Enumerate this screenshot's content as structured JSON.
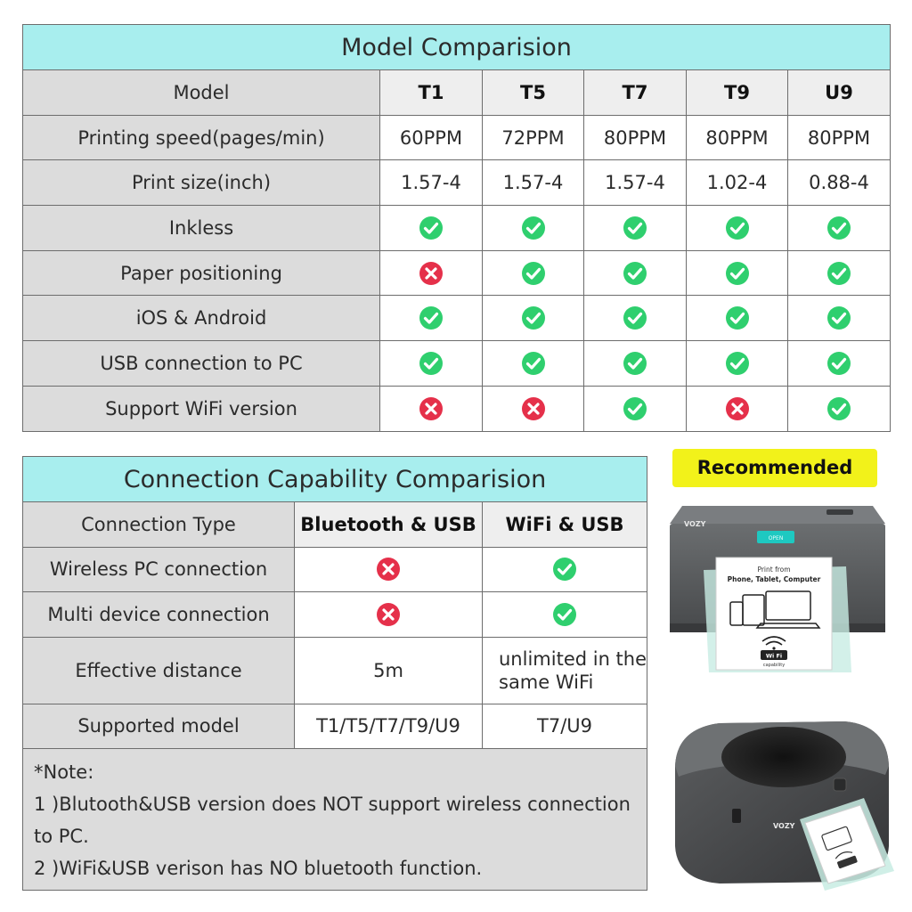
{
  "model_table": {
    "title": "Model Comparision",
    "header_label": "Model",
    "models": [
      "T1",
      "T5",
      "T7",
      "T9",
      "U9"
    ],
    "rows": [
      {
        "label": "Printing speed(pages/min)",
        "type": "text",
        "values": [
          "60PPM",
          "72PPM",
          "80PPM",
          "80PPM",
          "80PPM"
        ]
      },
      {
        "label": "Print size(inch)",
        "type": "text",
        "values": [
          "1.57-4",
          "1.57-4",
          "1.57-4",
          "1.02-4",
          "0.88-4"
        ]
      },
      {
        "label": "Inkless",
        "type": "icon",
        "values": [
          "check",
          "check",
          "check",
          "check",
          "check"
        ]
      },
      {
        "label": "Paper positioning",
        "type": "icon",
        "values": [
          "cross",
          "check",
          "check",
          "check",
          "check"
        ]
      },
      {
        "label": "iOS & Android",
        "type": "icon",
        "values": [
          "check",
          "check",
          "check",
          "check",
          "check"
        ]
      },
      {
        "label": "USB connection to PC",
        "type": "icon",
        "values": [
          "check",
          "check",
          "check",
          "check",
          "check"
        ]
      },
      {
        "label": "Support WiFi version",
        "type": "icon",
        "values": [
          "cross",
          "cross",
          "check",
          "cross",
          "check"
        ]
      }
    ]
  },
  "connection_table": {
    "title": "Connection Capability Comparision",
    "header_label": "Connection Type",
    "columns": [
      "Bluetooth & USB",
      "WiFi & USB"
    ],
    "rows": [
      {
        "label": "Wireless PC connection",
        "type": "icon",
        "values": [
          "cross",
          "check"
        ]
      },
      {
        "label": "Multi device connection",
        "type": "icon",
        "values": [
          "cross",
          "check"
        ]
      },
      {
        "label": "Effective distance",
        "type": "text",
        "values": [
          "5m",
          "unlimited in the same WiFi"
        ]
      },
      {
        "label": "Supported model",
        "type": "text",
        "values": [
          "T1/T5/T7/T9/U9",
          "T7/U9"
        ]
      }
    ],
    "notes": [
      "*Note:",
      "1 )Blutooth&USB version does NOT support wireless connection to PC.",
      "2 )WiFi&USB verison has NO bluetooth function."
    ]
  },
  "recommended_badge": "Recommended",
  "printer_top": {
    "brand": "VOZY",
    "button": "OPEN",
    "label_line1": "Print from",
    "label_line2": "Phone, Tablet, Computer",
    "wifi_badge": "Wi Fi",
    "wifi_caption": "capability"
  },
  "printer_bottom": {
    "brand": "VOZY"
  },
  "colors": {
    "title_bg": "#a8eeee",
    "label_bg": "#dcdcdc",
    "check": "#2fcf6e",
    "cross": "#e5304a",
    "badge": "#f2f21a"
  }
}
